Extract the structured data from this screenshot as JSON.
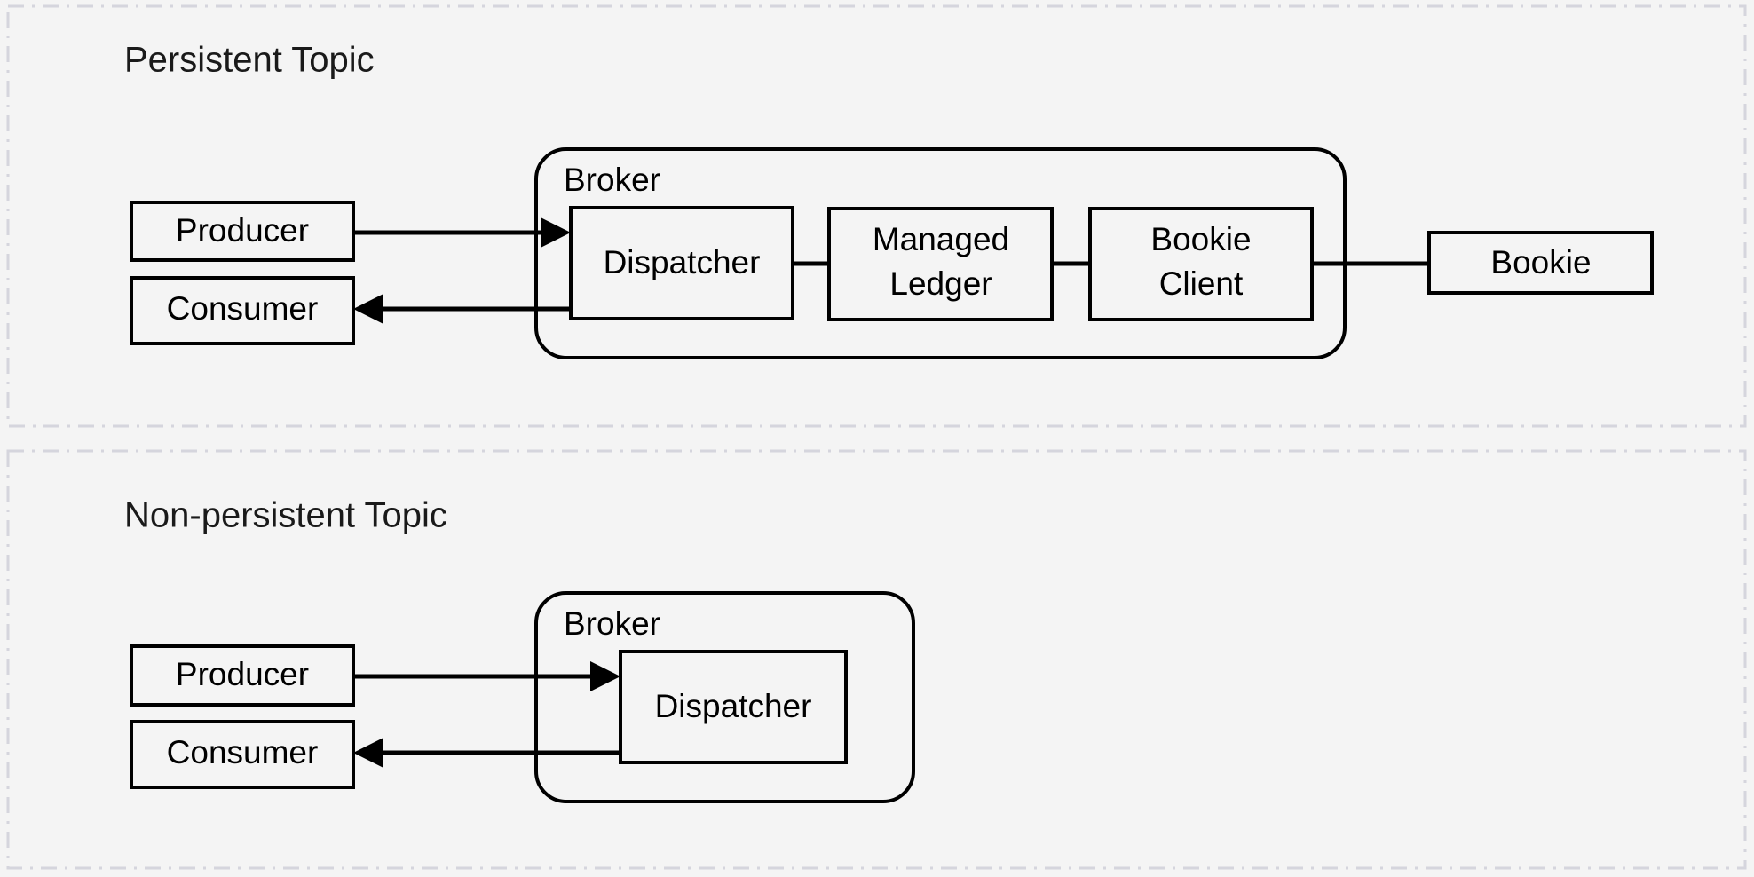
{
  "diagram": {
    "type": "architecture-flow",
    "background_color": "#f4f4f4",
    "line_color": "#000000",
    "section_border_color": "#d5d5dd",
    "sections": [
      {
        "id": "persistent",
        "title": "Persistent Topic",
        "nodes": [
          {
            "id": "p-producer",
            "label": "Producer"
          },
          {
            "id": "p-consumer",
            "label": "Consumer"
          },
          {
            "id": "p-broker",
            "label": "Broker"
          },
          {
            "id": "p-dispatcher",
            "label": "Dispatcher"
          },
          {
            "id": "p-managed-ledger",
            "label_line1": "Managed",
            "label_line2": "Ledger"
          },
          {
            "id": "p-bookie-client",
            "label_line1": "Bookie",
            "label_line2": "Client"
          },
          {
            "id": "p-bookie",
            "label": "Bookie"
          }
        ],
        "edges": [
          {
            "from": "p-producer",
            "to": "p-dispatcher",
            "arrow": "to"
          },
          {
            "from": "p-dispatcher",
            "to": "p-consumer",
            "arrow": "to"
          },
          {
            "from": "p-dispatcher",
            "to": "p-managed-ledger",
            "arrow": "none"
          },
          {
            "from": "p-managed-ledger",
            "to": "p-bookie-client",
            "arrow": "none"
          },
          {
            "from": "p-bookie-client",
            "to": "p-bookie",
            "arrow": "none"
          }
        ]
      },
      {
        "id": "non-persistent",
        "title": "Non-persistent Topic",
        "nodes": [
          {
            "id": "np-producer",
            "label": "Producer"
          },
          {
            "id": "np-consumer",
            "label": "Consumer"
          },
          {
            "id": "np-broker",
            "label": "Broker"
          },
          {
            "id": "np-dispatcher",
            "label": "Dispatcher"
          }
        ],
        "edges": [
          {
            "from": "np-producer",
            "to": "np-dispatcher",
            "arrow": "to"
          },
          {
            "from": "np-dispatcher",
            "to": "np-consumer",
            "arrow": "to"
          }
        ]
      }
    ]
  }
}
